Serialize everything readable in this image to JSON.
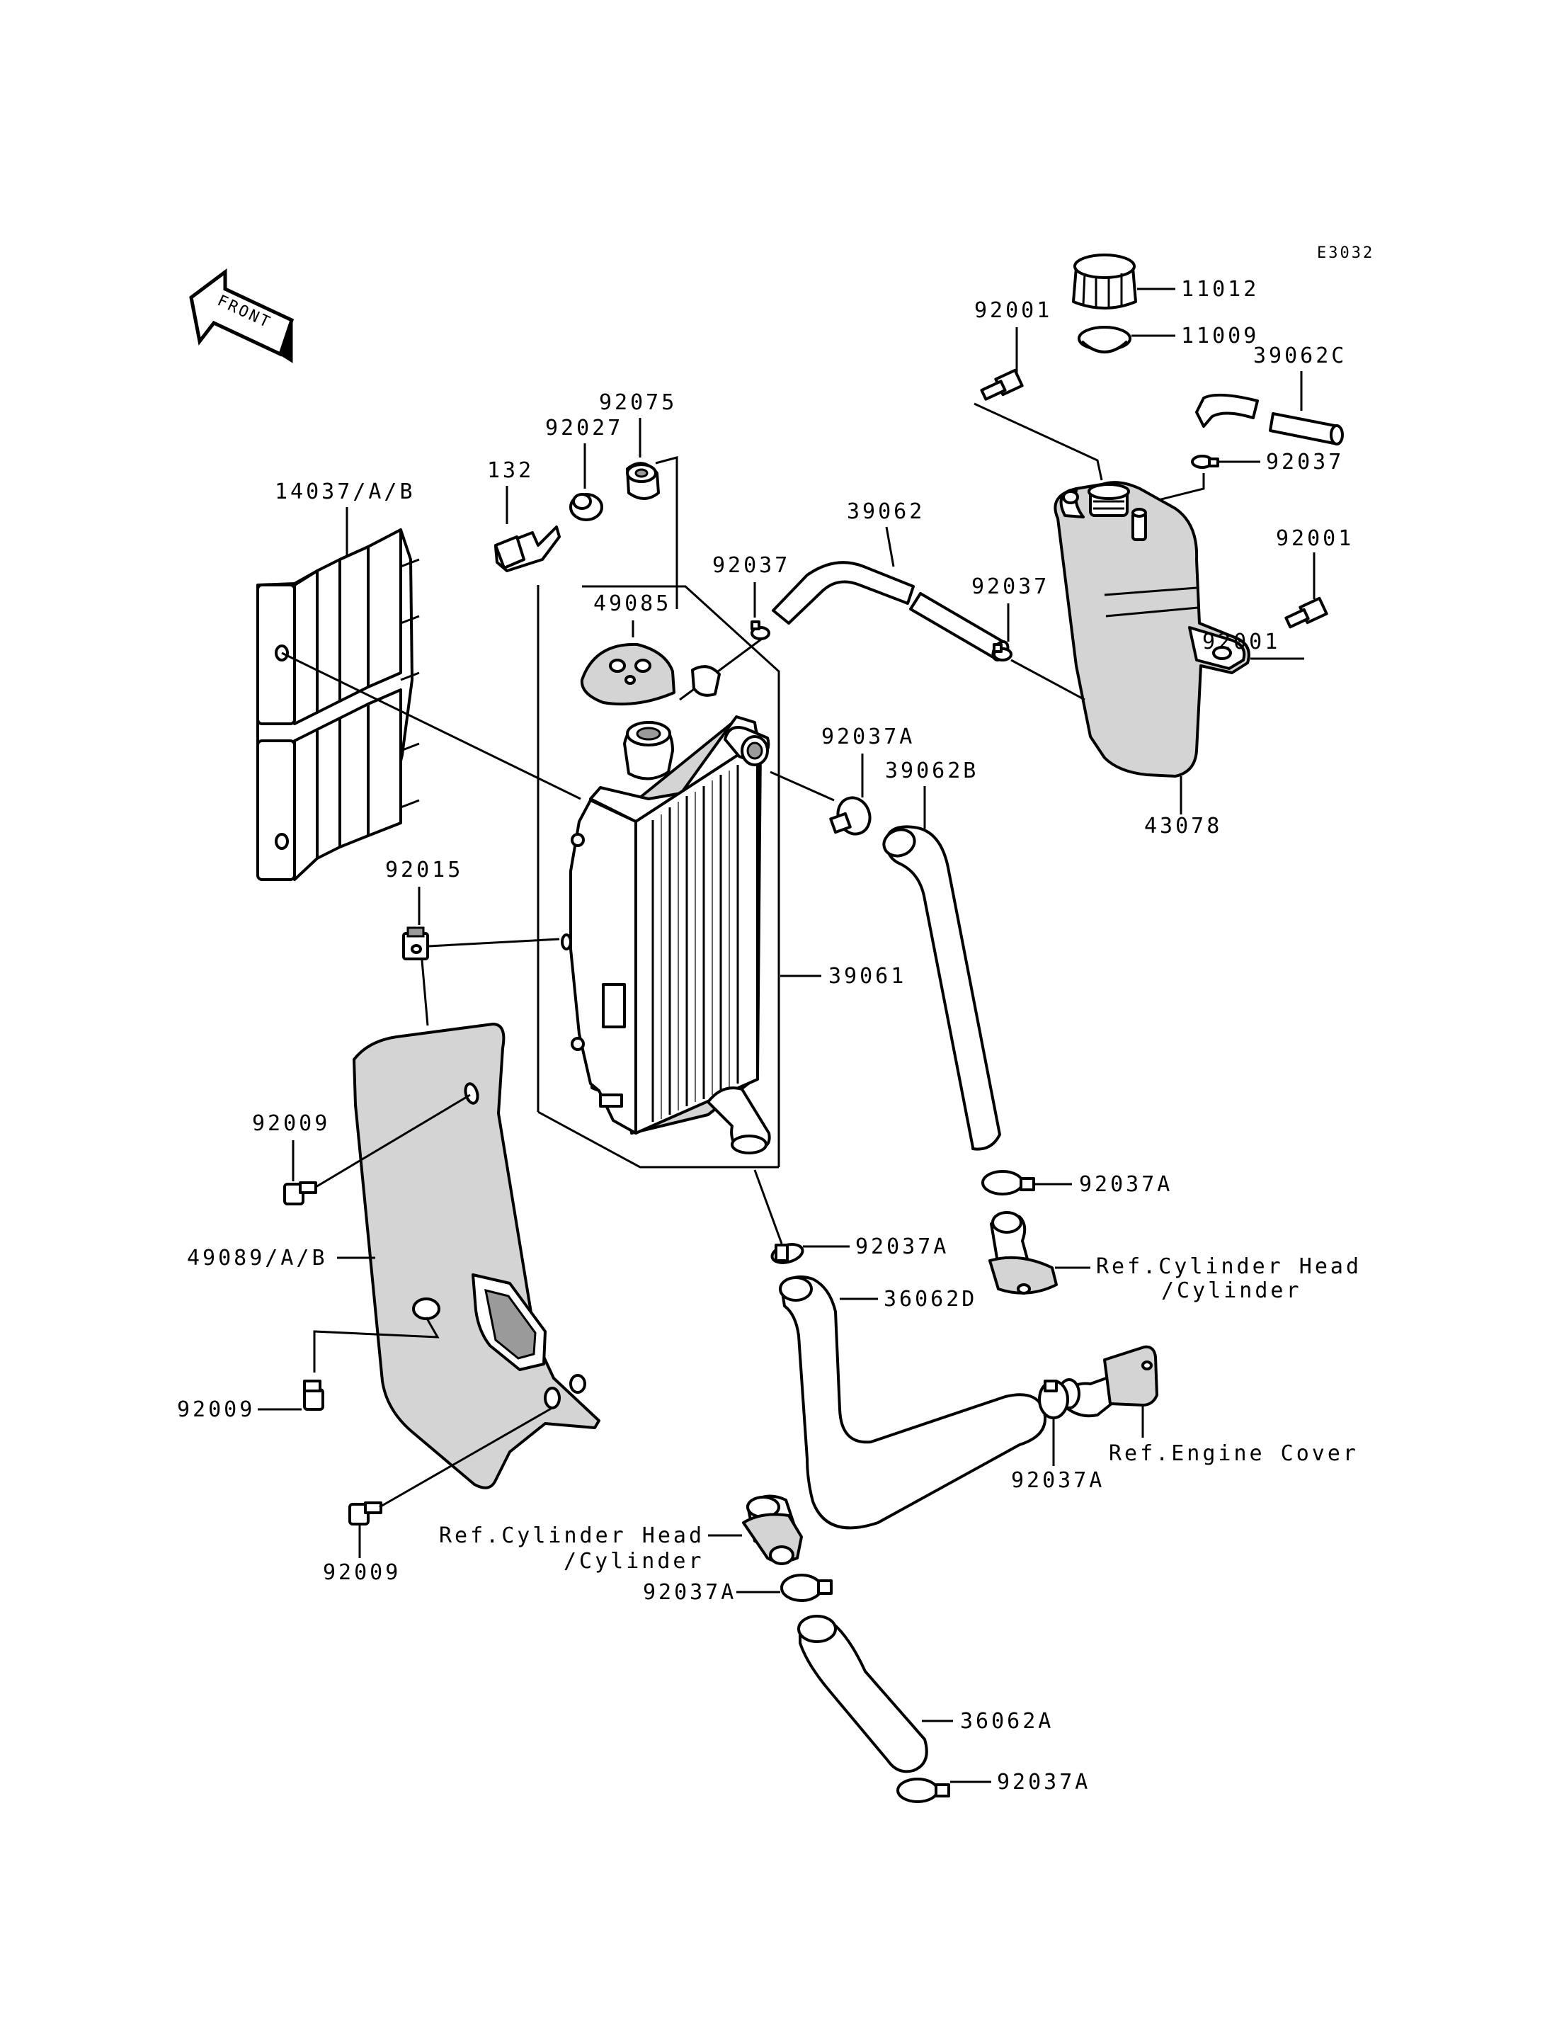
{
  "diagram": {
    "code": "E3032",
    "front_label": "FRONT",
    "parts": {
      "cap": "11012",
      "cap_seal": "11009",
      "bolt_tank_upper": "92001",
      "bolt_tank_right": "92001",
      "hose_overflow_c": "39062C",
      "clip_tank": "92037",
      "hose_tank": "39062",
      "clip_hose_left": "92037",
      "clip_hose_right": "92037",
      "reserve_tank": "43078",
      "bolt_132": "132",
      "collar": "92027",
      "grommet": "92075",
      "shroud_grille": "14037/A/B",
      "radiator_cap": "49085",
      "clamp_upper": "92037A",
      "hose_upper": "39062B",
      "nut_clip": "92015",
      "radiator": "39061",
      "bolt_guard_top": "92009",
      "guard": "49089/A/B",
      "bolt_guard_mid": "92009",
      "bolt_guard_bottom": "92009",
      "clamp_hose_b_lower": "92037A",
      "clamp_radiator_outlet": "92037A",
      "hose_d": "36062D",
      "clamp_engine_cover": "92037A",
      "clamp_cyl_lower": "92037A",
      "hose_a": "36062A",
      "clamp_hose_a_lower": "92037A"
    },
    "references": {
      "cyl_head_upper_line1": "Ref.Cylinder Head",
      "cyl_head_upper_line2": "/Cylinder",
      "engine_cover": "Ref.Engine Cover",
      "cyl_head_lower_line1": "Ref.Cylinder Head",
      "cyl_head_lower_line2": "/Cylinder"
    }
  }
}
